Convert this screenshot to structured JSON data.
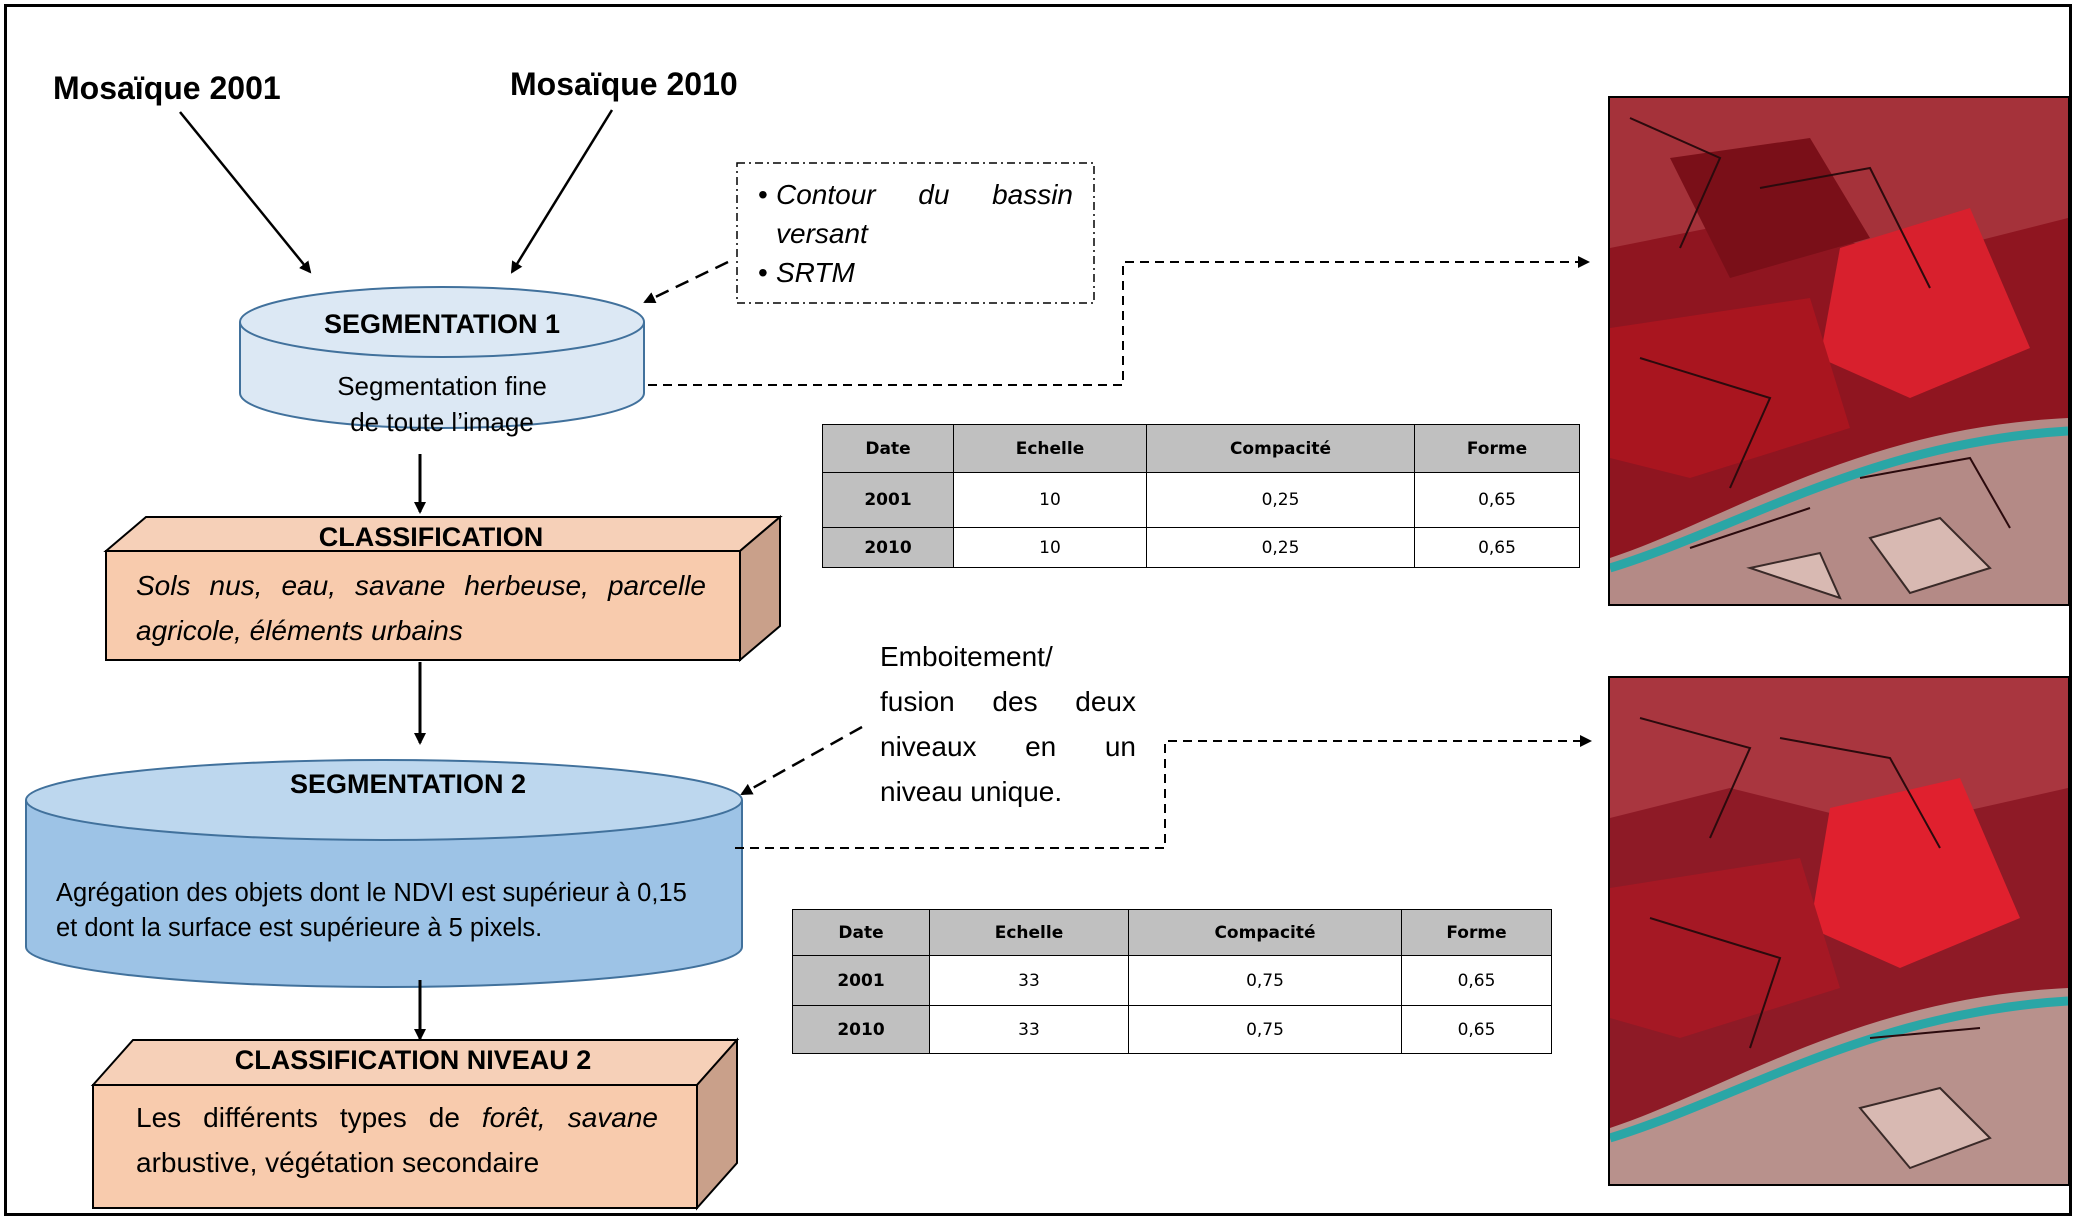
{
  "inputs": {
    "mosaic_2001": "Mosaïque 2001",
    "mosaic_2010": "Mosaïque 2010"
  },
  "ancillary": {
    "items": [
      "Contour du bassin versant",
      "SRTM"
    ]
  },
  "segmentation1": {
    "title": "SEGMENTATION 1",
    "line1": "Segmentation fine",
    "line2": "de toute l’image"
  },
  "classification1": {
    "title": "CLASSIFICATION",
    "body_line1": "Sols nus, eau, savane herbeuse, parcelle",
    "body_line2": "agricole, éléments urbains"
  },
  "fusion_note": {
    "lines": [
      "Emboitement/",
      "fusion des deux",
      "niveaux en un",
      "niveau unique."
    ]
  },
  "segmentation2": {
    "title": "SEGMENTATION 2",
    "line1": "Agrégation des objets dont le NDVI est supérieur à 0,15",
    "line2": "et dont la surface est supérieure à 5 pixels."
  },
  "classification2": {
    "title": "CLASSIFICATION NIVEAU 2",
    "prefix": "Les différents  types de ",
    "italic1": "forêt, savane",
    "italic2": "arbustive, végétation secondaire"
  },
  "table1": {
    "headers": [
      "Date",
      "Echelle",
      "Compacité",
      "Forme"
    ],
    "rows": [
      [
        "2001",
        "10",
        "0,25",
        "0,65"
      ],
      [
        "2010",
        "10",
        "0,25",
        "0,65"
      ]
    ]
  },
  "table2": {
    "headers": [
      "Date",
      "Echelle",
      "Compacité",
      "Forme"
    ],
    "rows": [
      [
        "2001",
        "33",
        "0,75",
        "0,65"
      ],
      [
        "2010",
        "33",
        "0,75",
        "0,65"
      ]
    ]
  },
  "colors": {
    "drum1_fill": "#dce8f4",
    "drum2_fill": "#9dc3e6",
    "box_front": "#f8cbad",
    "box_side": "#c9a08a",
    "box_top": "#f6d0b8",
    "table_header": "#c0c0c0",
    "image_red": "#b3121e",
    "river": "#2aa6a6"
  }
}
